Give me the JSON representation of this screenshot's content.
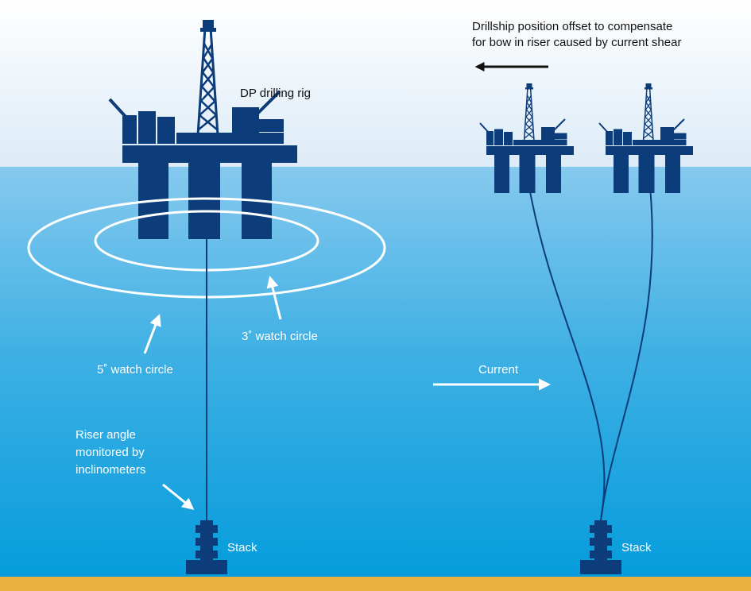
{
  "colors": {
    "sky_top": "#ffffff",
    "sky_bottom": "#dcebf7",
    "sea_top": "#7ec6ec",
    "sea_bottom": "#0a9ddb",
    "seabed": "#e8b13f",
    "structure": "#0c3c7a",
    "arrow_white": "#ffffff",
    "arrow_black": "#111111"
  },
  "labels": {
    "rig": "DP drilling rig",
    "offset_line1": "Drillship position offset to compensate",
    "offset_line2": "for bow in riser caused by current shear",
    "watch_3": "3˚ watch circle",
    "watch_5": "5˚ watch circle",
    "current": "Current",
    "riser_line1": "Riser angle",
    "riser_line2": "monitored by",
    "riser_line3": "inclinometers",
    "stack_left": "Stack",
    "stack_right": "Stack"
  },
  "icons": {
    "main_rig": "drilling-rig-icon",
    "offset_rig_1": "drilling-rig-icon",
    "offset_rig_2": "drilling-rig-icon",
    "stack": "bop-stack-icon"
  }
}
